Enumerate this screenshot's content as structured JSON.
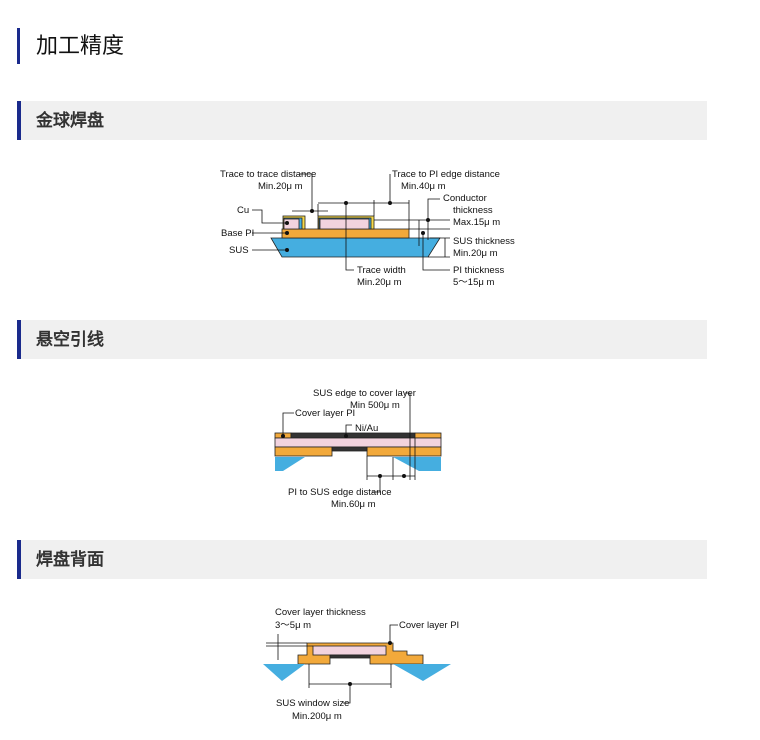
{
  "page_title": "加工精度",
  "sections": [
    {
      "title": "金球焊盘",
      "labels": {
        "trace_to_trace": "Trace to trace distance",
        "trace_to_trace_val": "Min.20μ m",
        "trace_to_pi": "Trace to PI edge distance",
        "trace_to_pi_val": "Min.40μ m",
        "conductor": "Conductor",
        "conductor2": "thickness",
        "conductor_val": "Max.15μ m",
        "cu": "Cu",
        "base_pi": "Base PI",
        "sus": "SUS",
        "sus_thick": "SUS thickness",
        "sus_thick_val": "Min.20μ m",
        "trace_width": "Trace width",
        "trace_width_val": "Min.20μ m",
        "pi_thick": "PI thickness",
        "pi_thick_val": "5〜15μ m"
      }
    },
    {
      "title": "悬空引线",
      "labels": {
        "sus_edge": "SUS edge to cover layer",
        "sus_edge_val": "Min 500μ m",
        "cover_pi": "Cover layer PI",
        "niau": "Ni/Au",
        "pi_sus": "PI to SUS edge distance",
        "pi_sus_val": "Min.60μ m"
      }
    },
    {
      "title": "焊盘背面",
      "labels": {
        "cover_thick": "Cover layer thickness",
        "cover_thick_val": "3〜5μ m",
        "cover_pi": "Cover layer PI",
        "window": "SUS  window size",
        "window_val": "Min.200μ m"
      }
    }
  ],
  "colors": {
    "accent": "#1a2a8c",
    "sus": "#45aee0",
    "pi": "#f2a93b",
    "cu": "#f2d3de",
    "dark": "#333333"
  }
}
